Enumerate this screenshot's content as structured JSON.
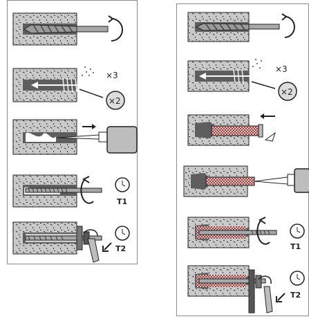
{
  "left_procedure": {
    "steps": [
      {
        "icon": "drill-bit-icon"
      },
      {
        "icon": "brush-pump-icon",
        "repeat_label": "×3",
        "pump_label": "×2"
      },
      {
        "icon": "injection-gun-icon"
      },
      {
        "icon": "rotate-insert-rod-icon",
        "time_label": "T1"
      },
      {
        "icon": "wrench-tighten-icon",
        "time_label": "T2"
      }
    ]
  },
  "right_procedure": {
    "steps": [
      {
        "icon": "drill-bit-icon"
      },
      {
        "icon": "brush-pump-icon",
        "repeat_label": "×3",
        "pump_label": "×2"
      },
      {
        "icon": "insert-sleeve-icon"
      },
      {
        "icon": "injection-gun-icon"
      },
      {
        "icon": "rotate-insert-rod-icon",
        "time_label": "T1"
      },
      {
        "icon": "wrench-tighten-icon",
        "time_label": "T2"
      }
    ]
  },
  "colors": {
    "concrete": "#c9c9c9",
    "hole": "#5e5e5e",
    "metal": "#a8a8a8",
    "mesh": "#8b1a1a",
    "outline": "#222222"
  }
}
